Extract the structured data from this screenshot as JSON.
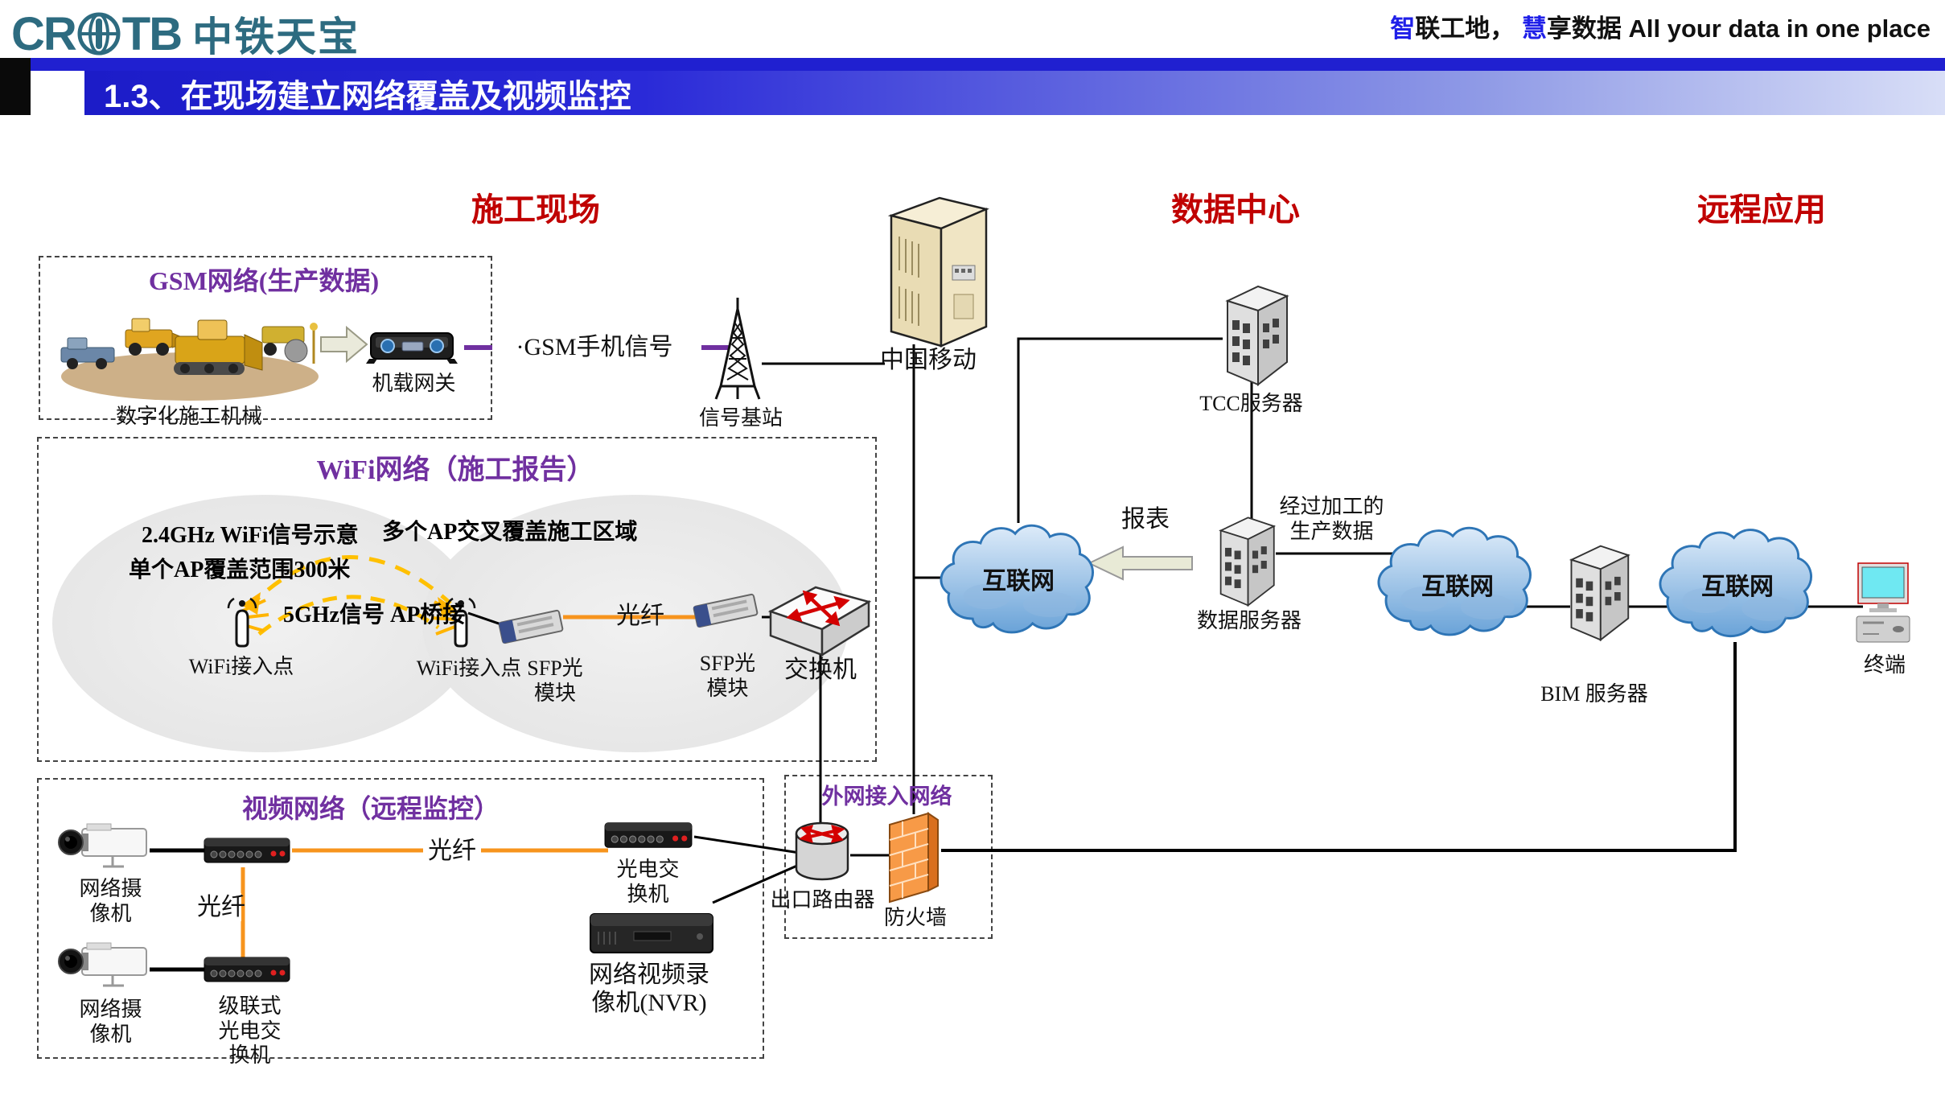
{
  "header": {
    "logo_cr": "CR",
    "logo_tb": "TB",
    "logo_name": "中铁天宝",
    "tagline_zhi": "智",
    "tagline_1": "联工地， ",
    "tagline_hui": "慧",
    "tagline_2": "享数据 All your data in one place",
    "title_number": "1.3",
    "title_text": "、在现场建立网络覆盖及视频监控"
  },
  "columns": {
    "construction_site": "施工现场",
    "data_center": "数据中心",
    "remote_app": "远程应用"
  },
  "gsm": {
    "box_title": "GSM网络(生产数据)",
    "machinery": "数字化施工机械",
    "gateway": "机载网关",
    "signal": "·GSM手机信号",
    "tower": "信号基站",
    "mobile": "中国移动"
  },
  "wifi": {
    "box_title": "WiFi网络（施工报告）",
    "note_24ghz_1": "2.4GHz WiFi信号示意",
    "note_24ghz_2": "单个AP覆盖范围300米",
    "note_multi_ap": "多个AP交叉覆盖施工区域",
    "note_5ghz": "5GHz信号 AP桥接",
    "ap_left": "WiFi接入点",
    "ap_right": "WiFi接入点",
    "sfp_near_1": "SFP光",
    "sfp_near_2": "模块",
    "fiber": "光纤",
    "sfp_far_1": "SFP光",
    "sfp_far_2": "模块",
    "switch": "交换机"
  },
  "video": {
    "box_title": "视频网络（远程监控）",
    "camera1_1": "网络摄",
    "camera1_2": "像机",
    "camera2_1": "网络摄",
    "camera2_2": "像机",
    "fiber_vertical": "光纤",
    "fiber_horizontal": "光纤",
    "cascade_1": "级联式",
    "cascade_2": "光电交",
    "cascade_3": "换机",
    "converter_1": "光电交",
    "converter_2": "换机",
    "nvr_1": "网络视频录",
    "nvr_2": "像机(NVR)"
  },
  "extnet": {
    "box_title": "外网接入网络",
    "router": "出口路由器",
    "firewall": "防火墙"
  },
  "core": {
    "internet_1": "互联网",
    "internet_2": "互联网",
    "internet_3": "互联网",
    "tcc": "TCC服务器",
    "data_server": "数据服务器",
    "report": "报表",
    "processed_1": "经过加工的",
    "processed_2": "生产数据",
    "bim": "BIM 服务器",
    "terminal": "终端"
  },
  "colors": {
    "accent_purple": "#7030a0",
    "section_red": "#c00000",
    "title_bar_blue": "#1c1cc8",
    "tagline_blue": "#1f1fe8",
    "fiber_orange": "#f7941d",
    "wifi_yellow": "#ffc000",
    "logo_teal": "#2d6b80"
  }
}
